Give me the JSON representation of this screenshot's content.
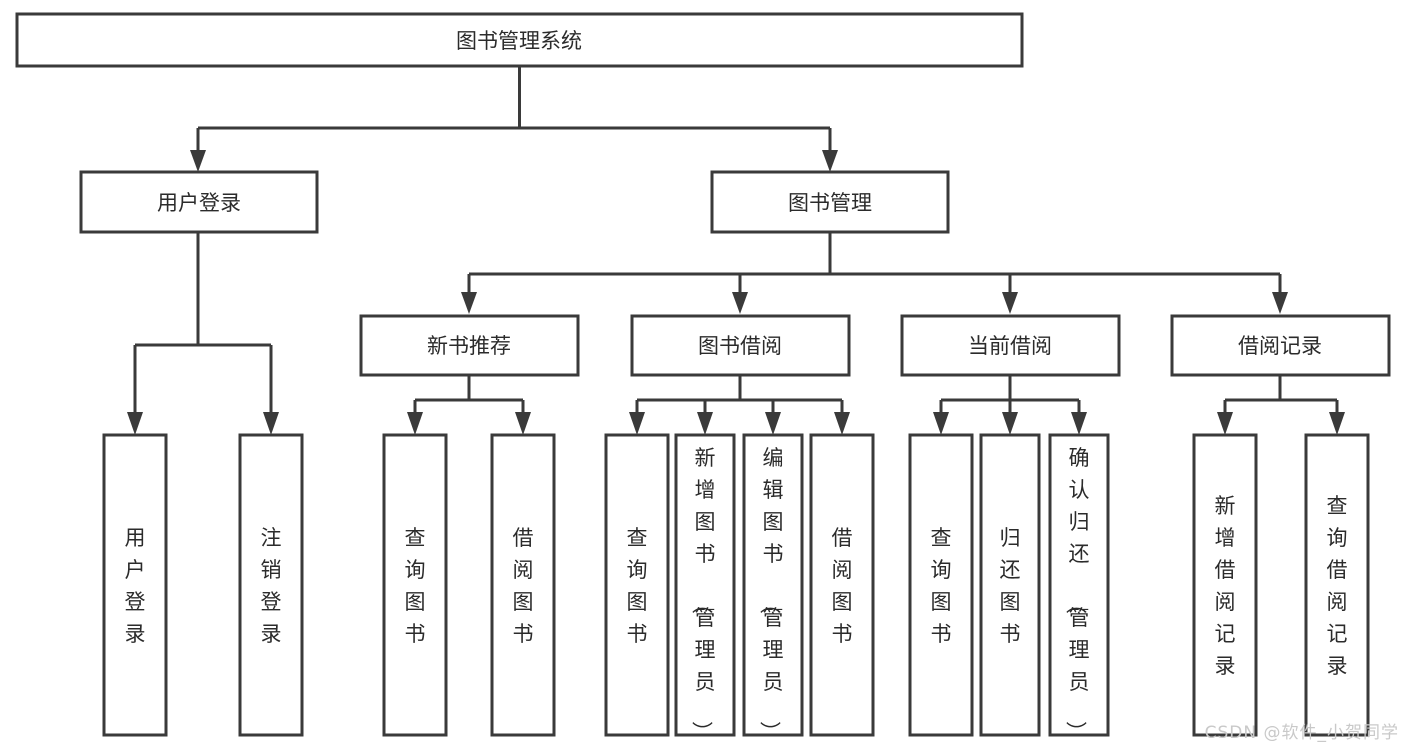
{
  "diagram": {
    "title": "图书管理系统",
    "type": "tree-hierarchy-chart",
    "watermark": "CSDN @软件_小贺同学",
    "colors": {
      "stroke": "#3a3a3a",
      "fill": "#ffffff",
      "text": "#2b2b2b",
      "watermark": "#c9c9c9",
      "background": "#ffffff"
    },
    "root": {
      "id": "root",
      "label": "图书管理系统"
    },
    "level2": [
      {
        "id": "user-login",
        "label": "用户登录"
      },
      {
        "id": "book-manage",
        "label": "图书管理"
      }
    ],
    "level3": [
      {
        "id": "new-book-recommend",
        "label": "新书推荐",
        "parent": "book-manage"
      },
      {
        "id": "book-borrow",
        "label": "图书借阅",
        "parent": "book-manage"
      },
      {
        "id": "current-borrow",
        "label": "当前借阅",
        "parent": "book-manage"
      },
      {
        "id": "borrow-record",
        "label": "借阅记录",
        "parent": "book-manage"
      }
    ],
    "leaves": [
      {
        "id": "leaf-user-login",
        "label": "用户登录",
        "parent": "user-login"
      },
      {
        "id": "leaf-logout",
        "label": "注销登录",
        "parent": "user-login"
      },
      {
        "id": "leaf-query-book-1",
        "label": "查询图书",
        "parent": "new-book-recommend"
      },
      {
        "id": "leaf-borrow-book-1",
        "label": "借阅图书",
        "parent": "new-book-recommend"
      },
      {
        "id": "leaf-query-book-2",
        "label": "查询图书",
        "parent": "book-borrow"
      },
      {
        "id": "leaf-add-book",
        "label": "新增图书（管理员）",
        "parent": "book-borrow"
      },
      {
        "id": "leaf-edit-book",
        "label": "编辑图书（管理员）",
        "parent": "book-borrow"
      },
      {
        "id": "leaf-borrow-book-2",
        "label": "借阅图书",
        "parent": "book-borrow"
      },
      {
        "id": "leaf-query-book-3",
        "label": "查询图书",
        "parent": "current-borrow"
      },
      {
        "id": "leaf-return-book",
        "label": "归还图书",
        "parent": "current-borrow"
      },
      {
        "id": "leaf-confirm-return",
        "label": "确认归还（管理员）",
        "parent": "current-borrow"
      },
      {
        "id": "leaf-add-record",
        "label": "新增借阅记录",
        "parent": "borrow-record"
      },
      {
        "id": "leaf-query-record",
        "label": "查询借阅记录",
        "parent": "borrow-record"
      }
    ]
  }
}
